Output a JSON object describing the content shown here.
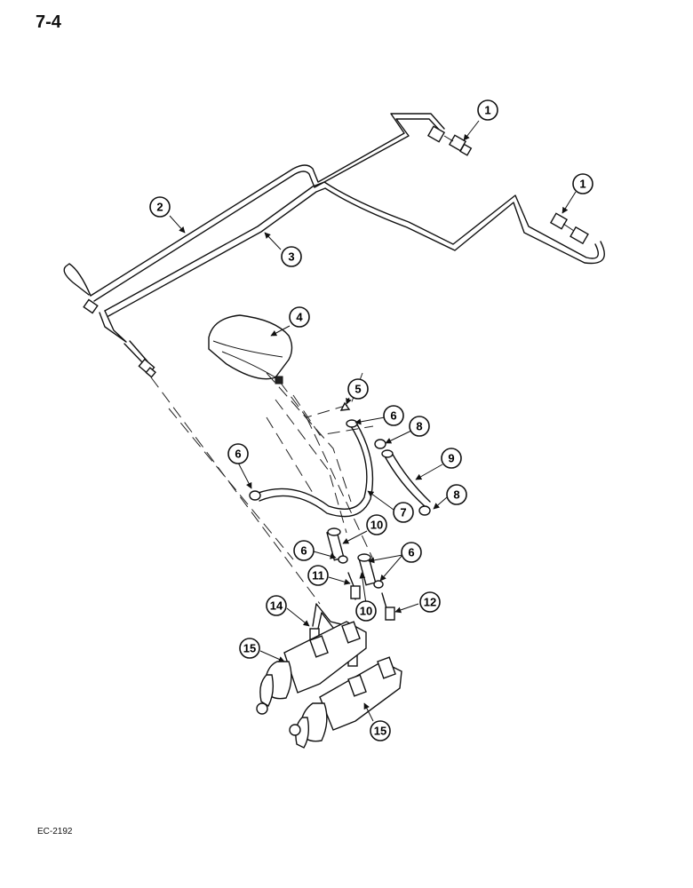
{
  "page": {
    "number": "7-4",
    "figure_code": "EC-2192"
  },
  "callouts": [
    {
      "id": "c1a",
      "label": "1"
    },
    {
      "id": "c1b",
      "label": "1"
    },
    {
      "id": "c2",
      "label": "2"
    },
    {
      "id": "c3",
      "label": "3"
    },
    {
      "id": "c4",
      "label": "4"
    },
    {
      "id": "c5",
      "label": "5"
    },
    {
      "id": "c6a",
      "label": "6"
    },
    {
      "id": "c6b",
      "label": "6"
    },
    {
      "id": "c6c",
      "label": "6"
    },
    {
      "id": "c6d",
      "label": "6"
    },
    {
      "id": "c7",
      "label": "7"
    },
    {
      "id": "c8a",
      "label": "8"
    },
    {
      "id": "c8b",
      "label": "8"
    },
    {
      "id": "c9",
      "label": "9"
    },
    {
      "id": "c10a",
      "label": "10"
    },
    {
      "id": "c10b",
      "label": "10"
    },
    {
      "id": "c11",
      "label": "11"
    },
    {
      "id": "c12",
      "label": "12"
    },
    {
      "id": "c14",
      "label": "14"
    },
    {
      "id": "c15a",
      "label": "15"
    },
    {
      "id": "c15b",
      "label": "15"
    }
  ]
}
